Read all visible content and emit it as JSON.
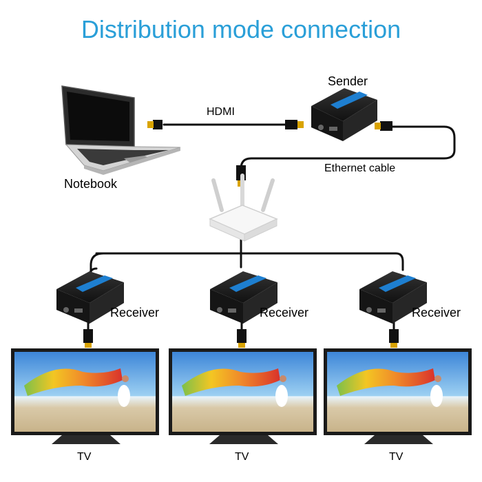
{
  "title": "Distribution mode connection",
  "labels": {
    "hdmi": "HDMI",
    "sender": "Sender",
    "ethernet": "Ethernet cable",
    "notebook": "Notebook",
    "receiver": "Receiver",
    "tv": "TV"
  },
  "colors": {
    "title": "#2a9fd8",
    "cable": "#111111",
    "connector": "#d9a300",
    "device_panel": "#1e7fd0",
    "router": "#f4f4f4"
  },
  "receivers": [
    {
      "label": "Receiver",
      "tv_label": "TV"
    },
    {
      "label": "Receiver",
      "tv_label": "TV"
    },
    {
      "label": "Receiver",
      "tv_label": "TV"
    }
  ]
}
